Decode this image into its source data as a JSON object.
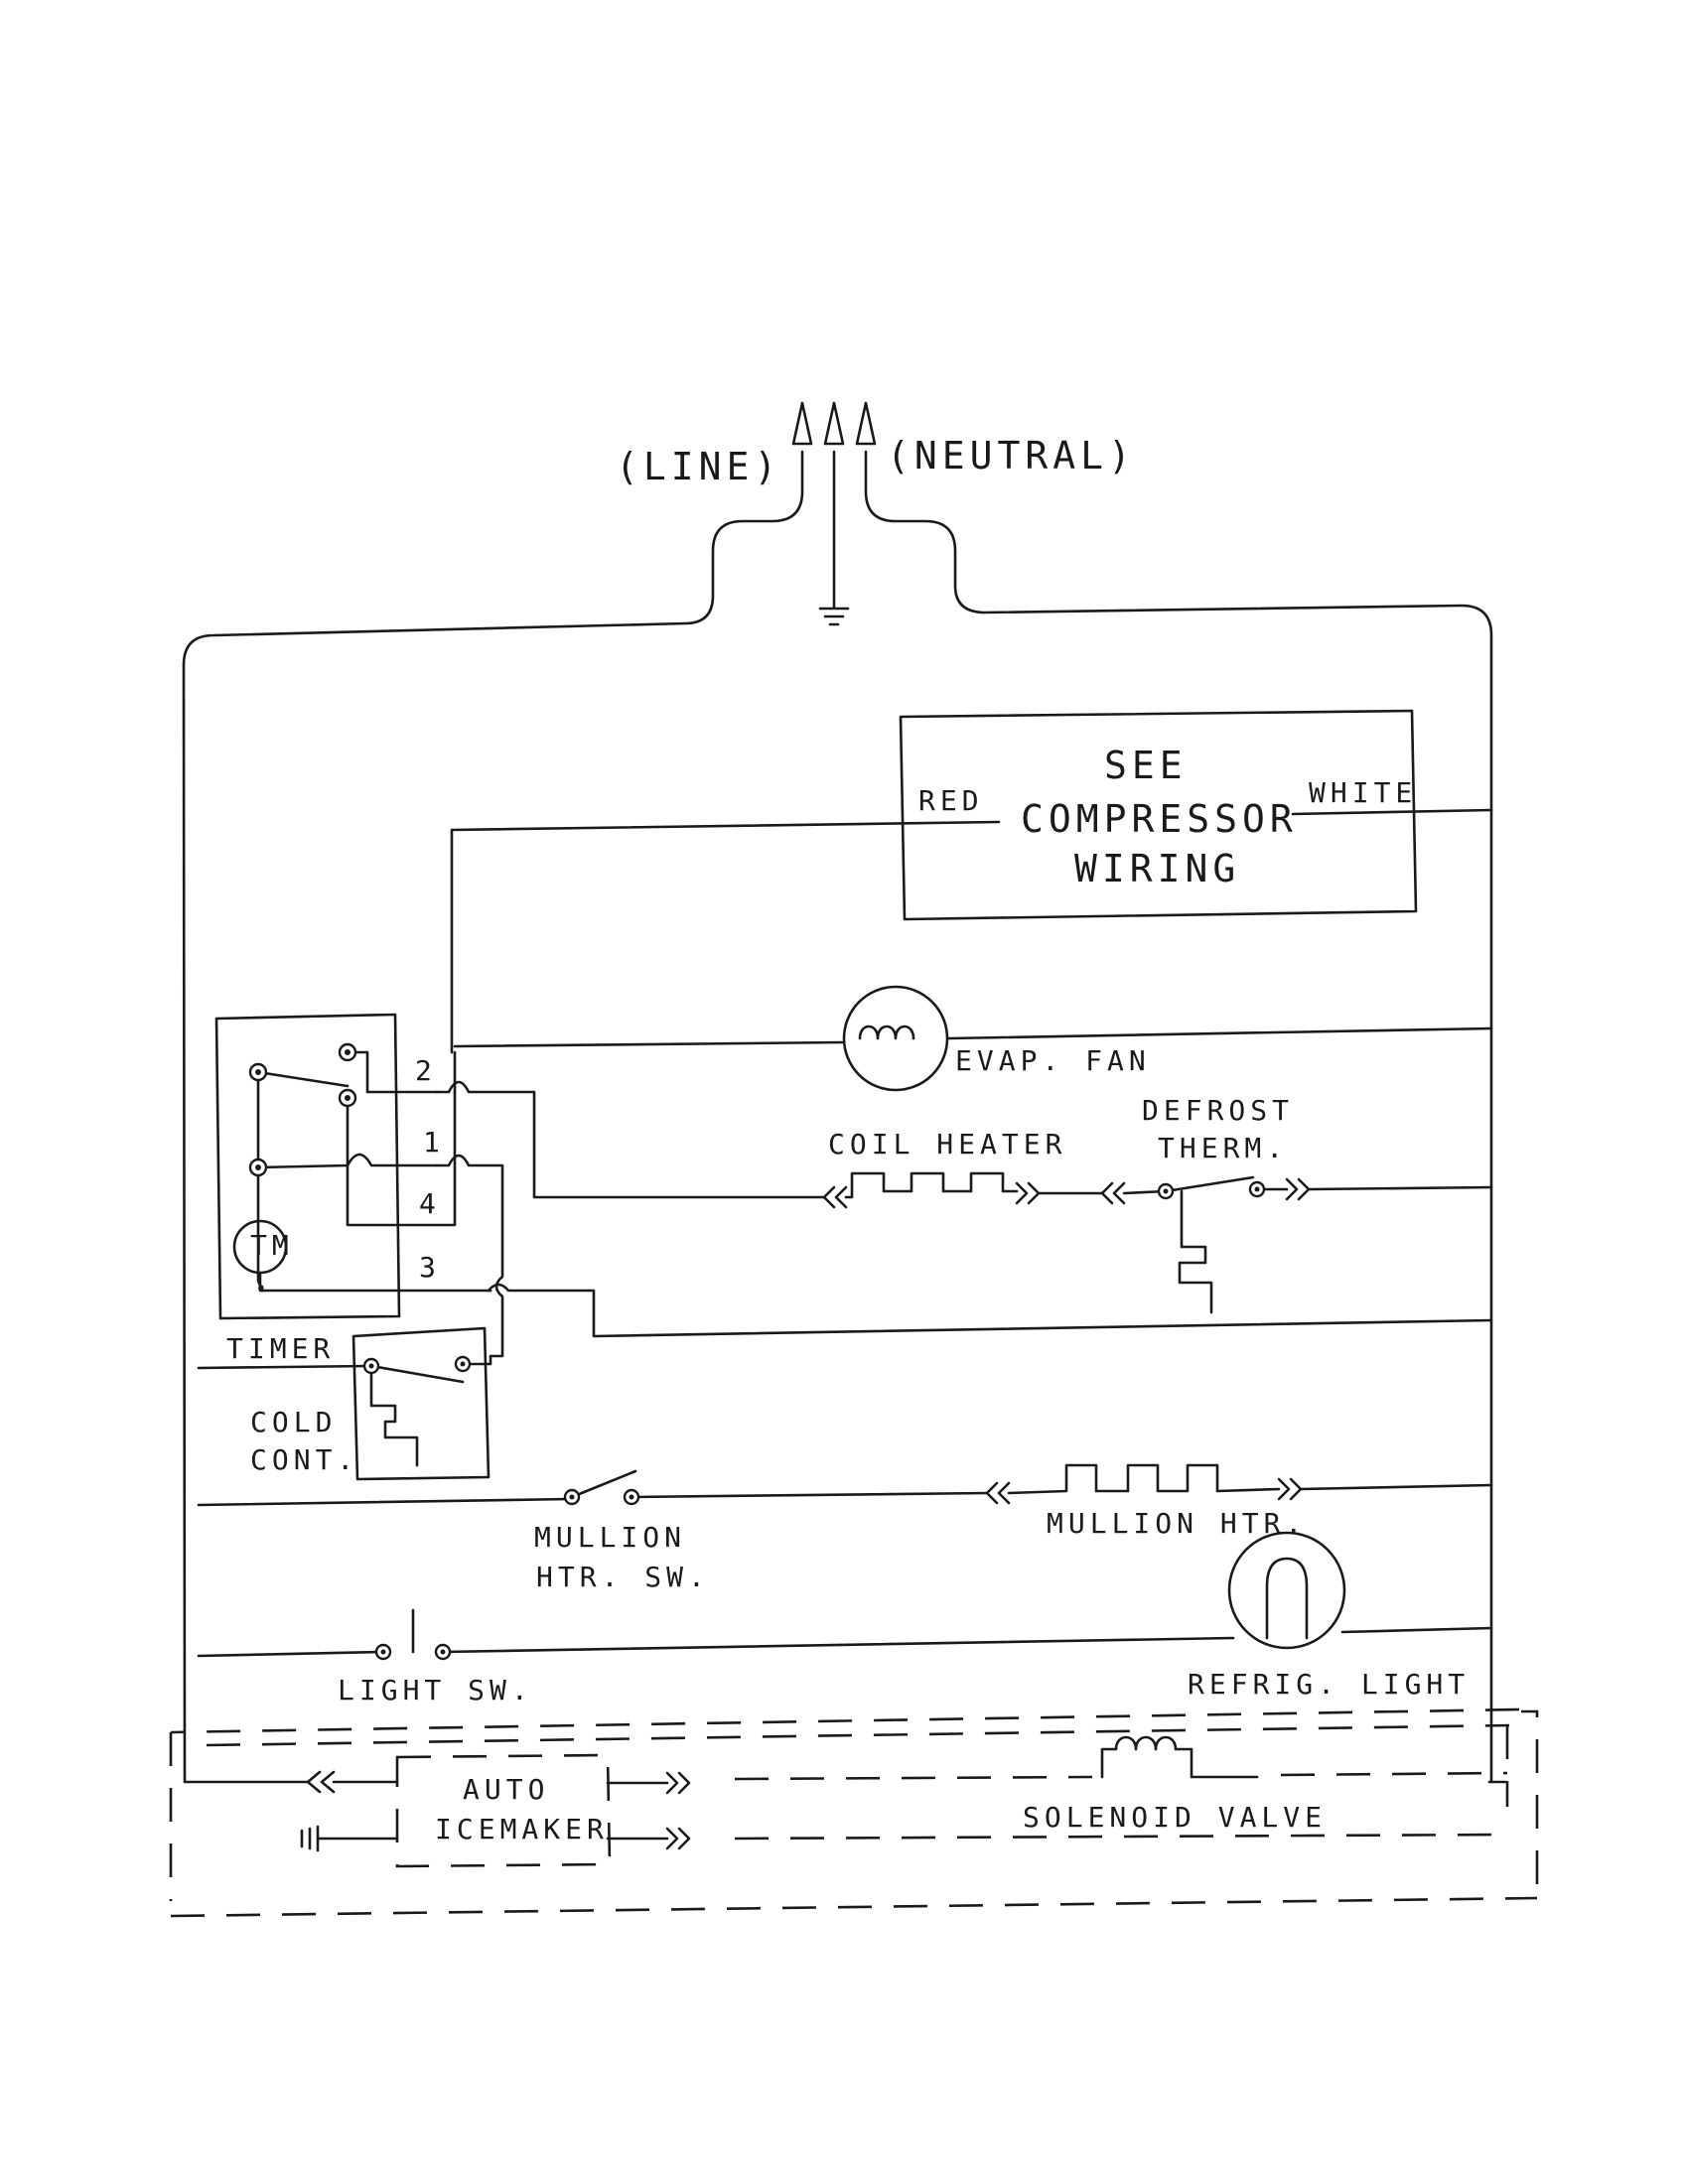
{
  "labels": {
    "line": "(LINE)",
    "neutral": "(NEUTRAL)",
    "compressor_see": "SEE",
    "compressor_compressor": "COMPRESSOR",
    "compressor_wiring": "WIRING",
    "red": "RED",
    "white": "WHITE",
    "evap_fan": "EVAP. FAN",
    "coil_heater": "COIL HEATER",
    "defrost": "DEFROST",
    "therm": "THERM.",
    "timer": "TIMER",
    "timer_motor": "TM",
    "terminal_1": "1",
    "terminal_2": "2",
    "terminal_3": "3",
    "terminal_4": "4",
    "cold": "COLD",
    "cont": "CONT.",
    "mullion": "MULLION",
    "htr_sw": "HTR. SW.",
    "mullion_htr": "MULLION HTR.",
    "light_sw": "LIGHT SW.",
    "refrig_light": "REFRIG. LIGHT",
    "auto": "AUTO",
    "icemaker": "ICEMAKER",
    "solenoid_valve": "SOLENOID VALVE"
  }
}
